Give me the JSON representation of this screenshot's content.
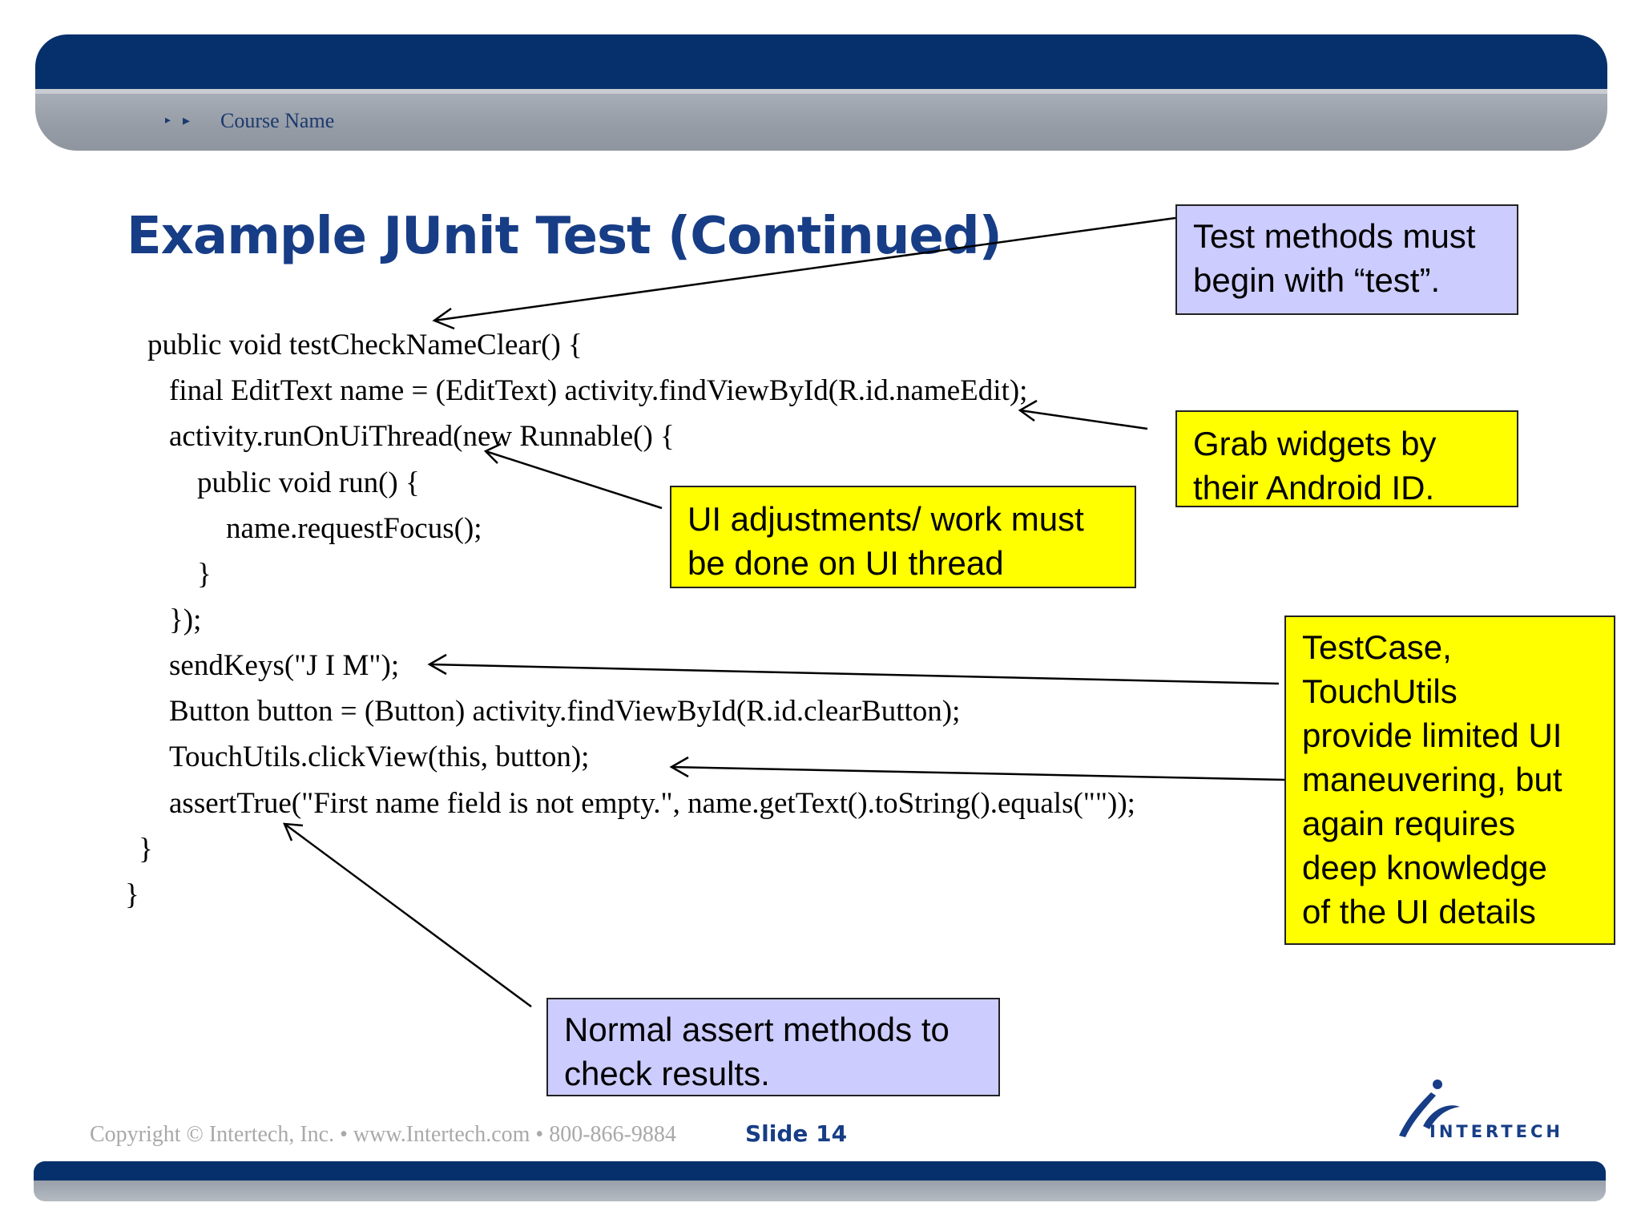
{
  "header": {
    "course_name": "Course Name"
  },
  "title": "Example JUnit Test (Continued)",
  "code_lines": [
    "public void testCheckNameClear() {",
    "final EditText name = (EditText) activity.findViewById(R.id.nameEdit);",
    "activity.runOnUiThread(new Runnable() {",
    "public void run() {",
    "name.requestFocus();",
    "}",
    "});",
    "sendKeys(\"J I M\");",
    "Button button = (Button) activity.findViewById(R.id.clearButton);",
    "TouchUtils.clickView(this, button);",
    "assertTrue(\"First name field is not empty.\", name.getText().toString().equals(\"\"));",
    "}",
    "}"
  ],
  "callouts": {
    "test_methods": {
      "line1": "Test methods must",
      "line2": "begin with “test”."
    },
    "grab_widgets": {
      "line1": "Grab widgets by",
      "line2": "their Android ID."
    },
    "ui_thread": {
      "line1": "UI adjustments/ work must",
      "line2": "be done on UI thread"
    },
    "testcase": {
      "line1": "TestCase,",
      "line2": "TouchUtils",
      "line3": "provide limited UI",
      "line4": "maneuvering, but",
      "line5": "again requires",
      "line6": "deep knowledge",
      "line7": "of the UI details"
    },
    "assert": {
      "line1": "Normal assert methods to",
      "line2": "check results."
    }
  },
  "footer": {
    "copyright": "Copyright © Intertech, Inc. • www.Intertech.com • 800-866-9884",
    "slide": "Slide 14"
  },
  "logo": {
    "text": "INTERTECH",
    "icon": "intertech-logo-icon"
  },
  "colors": {
    "header_dark": "#06306b",
    "title": "#173d86",
    "callout_yellow": "#ffff00",
    "callout_lavender": "#ccccff"
  }
}
